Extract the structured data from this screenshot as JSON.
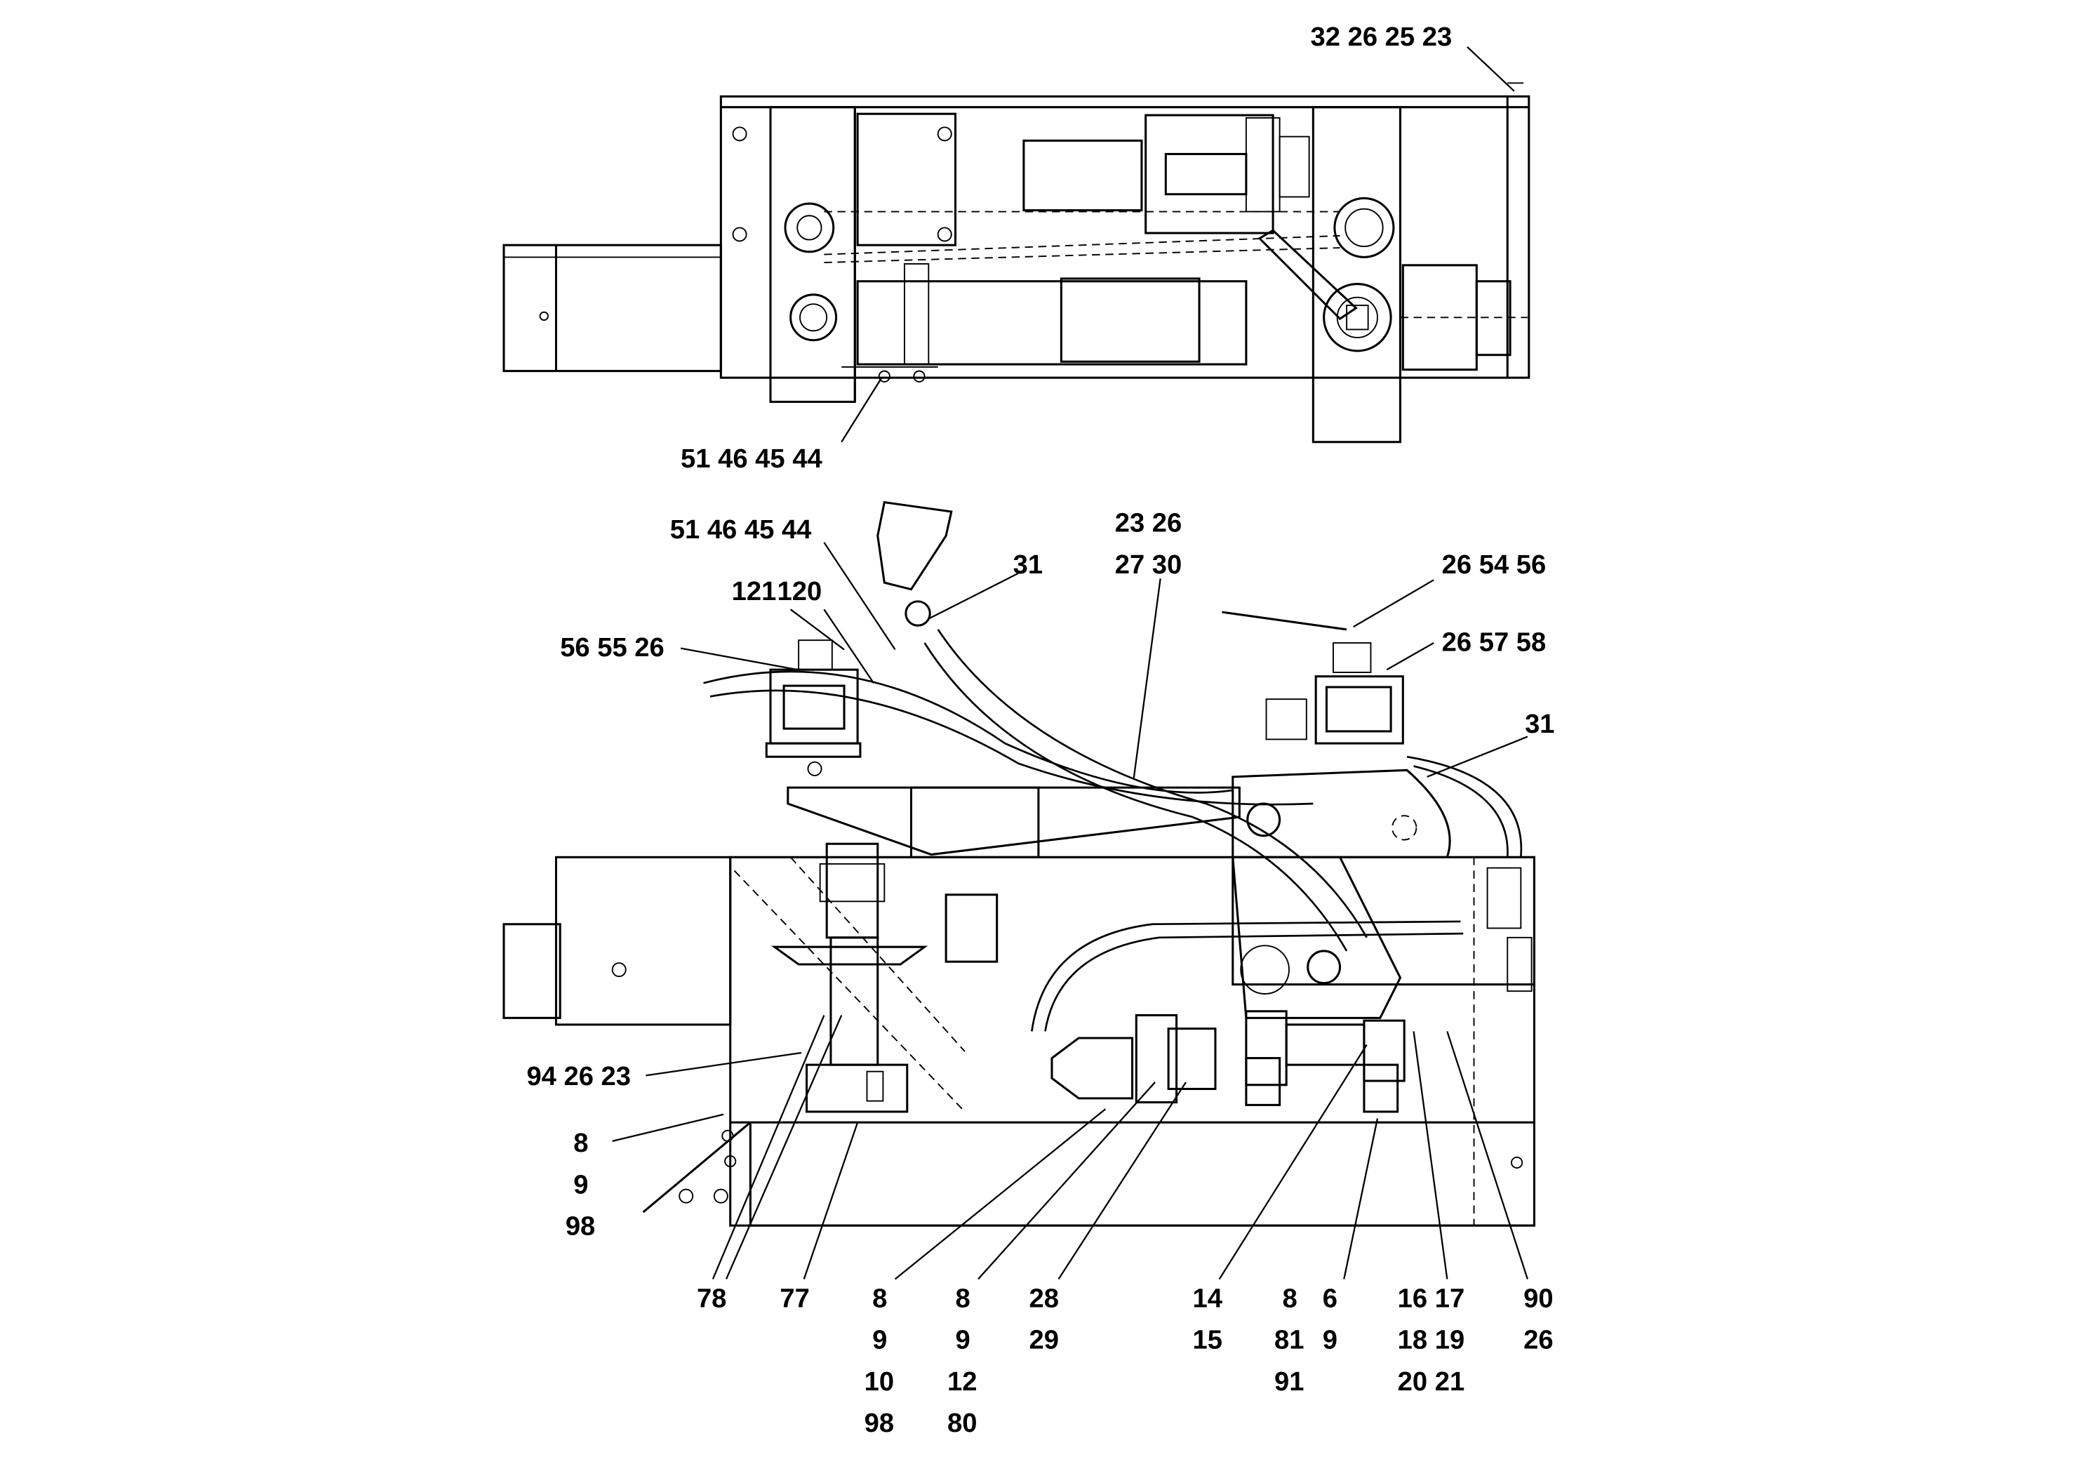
{
  "callouts": {
    "top_right": "32 26 25 23",
    "top_view_bottom": "51 46 45 44",
    "side_top_left": "51 46 45 44",
    "l121": "121",
    "l120": "120",
    "l56_55_26": "56 55 26",
    "l31_a": "31",
    "l23_26": "23 26",
    "l27_30": "27 30",
    "l26_54_56": "26 54 56",
    "l26_57_58": "26 57 58",
    "l31_b": "31",
    "l94_26_23": "94 26 23",
    "l8_left": "8",
    "l9_left": "9",
    "l98_left": "98",
    "l78": "78",
    "l77": "77",
    "c1": [
      "8",
      "9",
      "10",
      "98"
    ],
    "c2": [
      "8",
      "9",
      "12",
      "80"
    ],
    "c3": [
      "28",
      "29"
    ],
    "c4": [
      "14",
      "15"
    ],
    "c5": [
      "8",
      "81",
      "91"
    ],
    "c6": [
      "6",
      "9"
    ],
    "c7": [
      "16 17",
      "18 19",
      "20 21"
    ],
    "c8": [
      "90",
      "26"
    ]
  }
}
